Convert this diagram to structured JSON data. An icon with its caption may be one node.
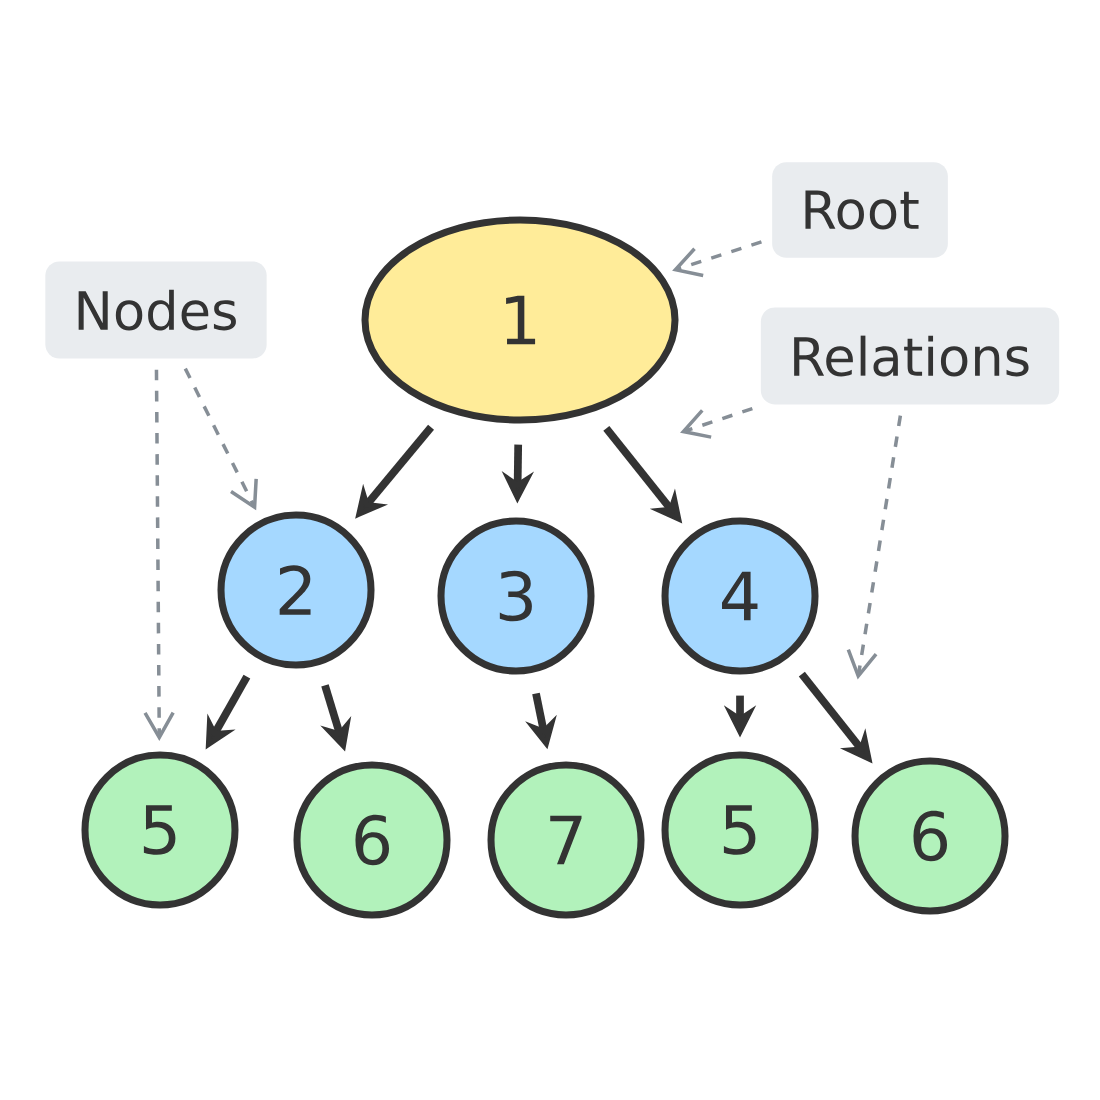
{
  "diagram": {
    "nodes": [
      {
        "text": [
          "1"
        ]
      },
      {
        "text": [
          "2"
        ]
      },
      {
        "text": [
          "3"
        ]
      },
      {
        "text": [
          "4"
        ]
      },
      {
        "text": [
          "5"
        ]
      },
      {
        "text": [
          "6"
        ]
      },
      {
        "text": [
          "7"
        ]
      },
      {
        "text": [
          "5"
        ]
      },
      {
        "text": [
          "6"
        ]
      },
      {
        "text": [
          "Root"
        ]
      },
      {
        "text": [
          "Nodes"
        ]
      },
      {
        "text": [
          "Relations"
        ]
      }
    ],
    "edges": [
      {
        "from": 0,
        "to": 1,
        "arrow": "to"
      },
      {
        "from": 0,
        "to": 2,
        "arrow": "to"
      },
      {
        "from": 0,
        "to": 3,
        "arrow": "to"
      },
      {
        "from": 1,
        "to": 4,
        "arrow": "to"
      },
      {
        "from": 1,
        "to": 5,
        "arrow": "to"
      },
      {
        "from": 2,
        "to": 6,
        "arrow": "to"
      },
      {
        "from": 3,
        "to": 7,
        "arrow": "to"
      },
      {
        "from": 3,
        "to": 8,
        "arrow": "to"
      },
      {
        "from": 9,
        "to": 0,
        "arrow": "to",
        "style": "dashed",
        "color": "#868e96"
      },
      {
        "from": 10,
        "to": 1,
        "arrow": "to",
        "style": "dashed",
        "color": "#868e96"
      },
      {
        "from": 10,
        "to": 4,
        "arrow": "to",
        "style": "dashed",
        "color": "#868e96"
      },
      {
        "from": 11,
        "to": null,
        "arrow": "to",
        "style": "dashed",
        "color": "#868e96"
      },
      {
        "from": 11,
        "to": null,
        "arrow": "to",
        "style": "dashed",
        "color": "#868e96"
      }
    ]
  }
}
